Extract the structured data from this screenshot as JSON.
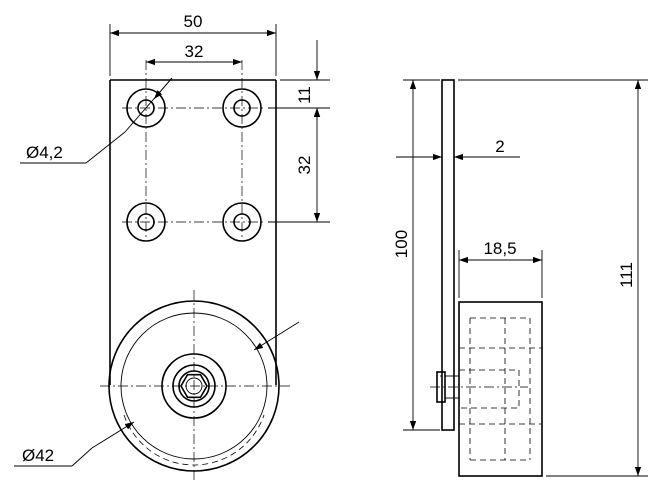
{
  "drawing": {
    "front_view": {
      "dimensions": {
        "width_overall": "50",
        "hole_spacing_horizontal": "32",
        "hole_offset_top": "11",
        "hole_spacing_vertical": "32",
        "hole_diameter": "Ø4,2",
        "wheel_diameter": "Ø42"
      }
    },
    "side_view": {
      "dimensions": {
        "plate_thickness": "2",
        "plate_height": "100",
        "wheel_width": "18,5",
        "overall_height": "111"
      }
    }
  }
}
